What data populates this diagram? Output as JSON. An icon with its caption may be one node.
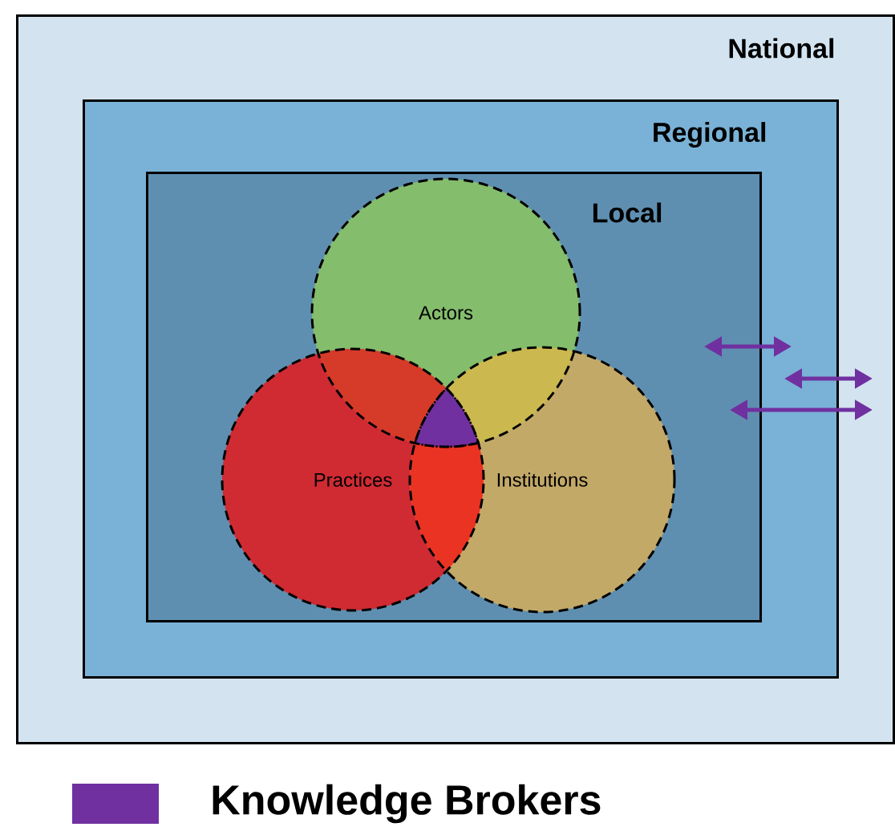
{
  "diagram": {
    "nodes": [
      {
        "text": [
          "National"
        ]
      },
      {
        "text": [
          "Regional"
        ],
        "in": 0
      },
      {
        "text": [
          "Local"
        ],
        "in": 1
      },
      {
        "text": [
          "Actors"
        ],
        "in": 2
      },
      {
        "text": [
          "Practices"
        ],
        "in": 2
      },
      {
        "text": [
          "Institutions"
        ],
        "in": 2
      }
    ],
    "legend": [
      {
        "text": "Knowledge Brokers",
        "color": "#7030a0"
      }
    ]
  }
}
